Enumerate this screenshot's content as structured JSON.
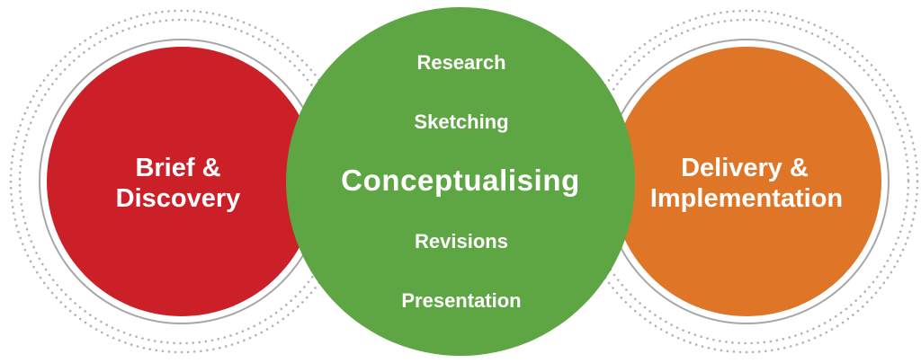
{
  "colors": {
    "left": "#cc2029",
    "center": "#5ea644",
    "right": "#df7527",
    "ring": "#a7a7a7",
    "dots": "#b3b3b3",
    "text": "#ffffff"
  },
  "left_circle": {
    "line1": "Brief &",
    "line2": "Discovery"
  },
  "right_circle": {
    "line1": "Delivery &",
    "line2": "Implementation"
  },
  "center_circle": {
    "title": "Conceptualising",
    "items": [
      "Research",
      "Sketching",
      "Revisions",
      "Presentation"
    ]
  }
}
